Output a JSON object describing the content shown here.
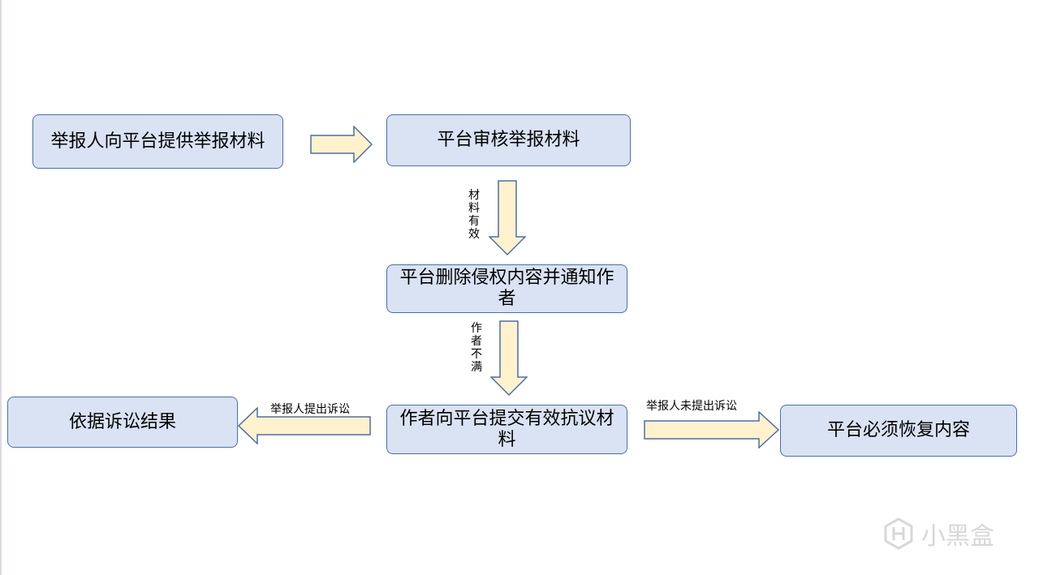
{
  "nodes": {
    "report": "举报人向平台提供举报材料",
    "review": "平台审核举报材料",
    "delete": "平台删除侵权内容并通知作者",
    "appeal": "作者向平台提交有效抗议材料",
    "lawsuit_result": "依据诉讼结果",
    "restore": "平台必须恢复内容"
  },
  "edges": {
    "valid": "材料有效",
    "unsatisfied": "作者不满",
    "reporter_sues": "举报人提出诉讼",
    "reporter_no_sue": "举报人未提出诉讼"
  },
  "watermark": {
    "text": "小黑盒",
    "icon": "xiaoheihe-logo-icon"
  },
  "colors": {
    "box_fill": "#dae3f3",
    "box_border": "#4a6eb0",
    "arrow_fill": "#fff2cc",
    "arrow_border": "#4a6eb0"
  }
}
